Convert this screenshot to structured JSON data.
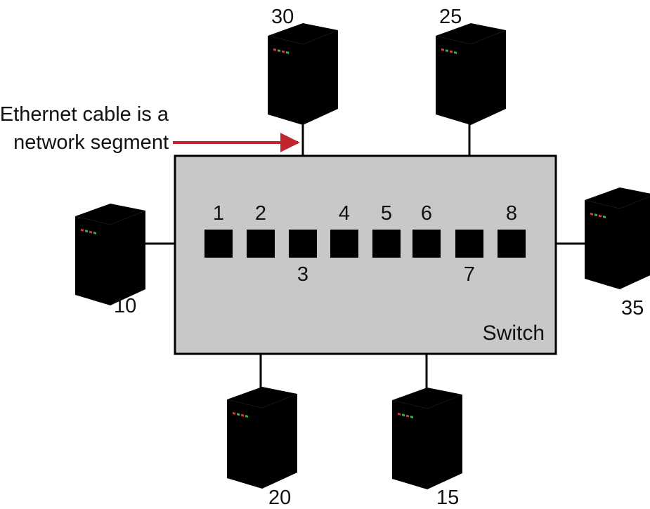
{
  "colors": {
    "switch_fill": "#c8c8c8",
    "port_fill": "#000000",
    "cable": "#000000",
    "arrow": "#c0262d",
    "server_light": "#d8d8d8",
    "server_dark": "#7a7a7a"
  },
  "switch": {
    "label": "Switch"
  },
  "ports": [
    "1",
    "2",
    "3",
    "4",
    "5",
    "6",
    "7",
    "8"
  ],
  "servers": [
    {
      "id": "10",
      "label": "10",
      "port": "1",
      "icon": "server-tower-icon"
    },
    {
      "id": "20",
      "label": "20",
      "port": "2",
      "icon": "server-tower-icon"
    },
    {
      "id": "30",
      "label": "30",
      "port": "3",
      "icon": "server-tower-icon"
    },
    {
      "id": "15",
      "label": "15",
      "port": "6",
      "icon": "server-tower-icon"
    },
    {
      "id": "25",
      "label": "25",
      "port": "7",
      "icon": "server-tower-icon"
    },
    {
      "id": "35",
      "label": "35",
      "port": "8",
      "icon": "server-tower-icon"
    }
  ],
  "callout": {
    "line1": "Ethernet cable is a",
    "line2": "network segment"
  }
}
